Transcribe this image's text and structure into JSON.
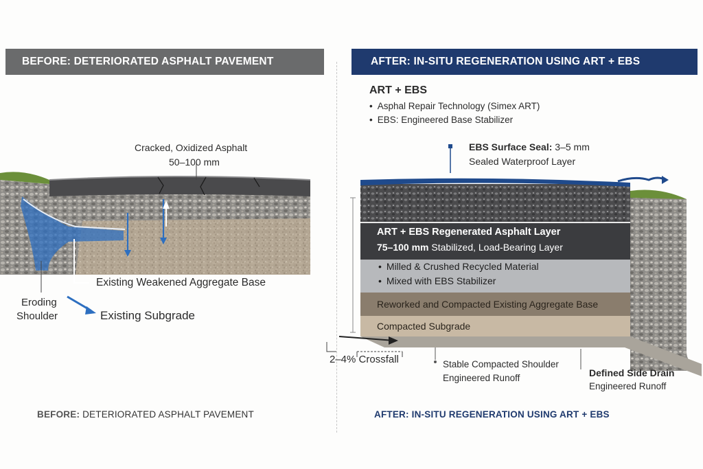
{
  "before": {
    "banner": "BEFORE: DETERIORATED ASPHALT PAVEMENT",
    "asphalt_label": "Cracked, Oxidized Asphalt",
    "asphalt_thickness": "50–100 mm",
    "base_label": "Existing Weakened Aggregate Base",
    "shoulder_label_line1": "Eroding",
    "shoulder_label_line2": "Shoulder",
    "subgrade_label": "Existing Subgrade",
    "footer_prefix": "BEFORE:",
    "footer_rest": " DETERIORATED ASPHALT PAVEMENT"
  },
  "after": {
    "banner": "AFTER: IN-SITU REGENERATION USING ART + EBS",
    "heading": "ART + EBS",
    "bullets": [
      "Asphal Repair Technology (Simex ART)",
      "EBS: Engineered Base Stabilizer"
    ],
    "seal_title": "EBS Surface Seal:",
    "seal_thickness": " 3–5 mm",
    "seal_desc": "Sealed Waterproof Layer",
    "regen_title": "ART + EBS Regenerated Asphalt Layer",
    "regen_thickness": "75–100 mm",
    "regen_desc": " Stabilized, Load-Bearing Layer",
    "mix_bullets": [
      "Milled & Crushed Recycled Material",
      "Mixed with EBS Stabilizer"
    ],
    "base_label": "Reworked and Compacted Existing Aggregate Base",
    "subgrade_label": "Compacted Subgrade",
    "crossfall": "2–4% Crossfall",
    "shoulder_line1": "Stable Compacted Shoulder",
    "shoulder_line2": "Engineered Runoff",
    "drain_line1": "Defined Side Drain",
    "drain_line2": "Engineered Runoff",
    "footer": "AFTER: IN-SITU REGENERATION USING ART + EBS"
  },
  "colors": {
    "before_banner": "#6a6b6c",
    "after_banner": "#1f3a6e",
    "water_blue": "#2d6fc0",
    "seal_blue": "#1f4a8c"
  }
}
